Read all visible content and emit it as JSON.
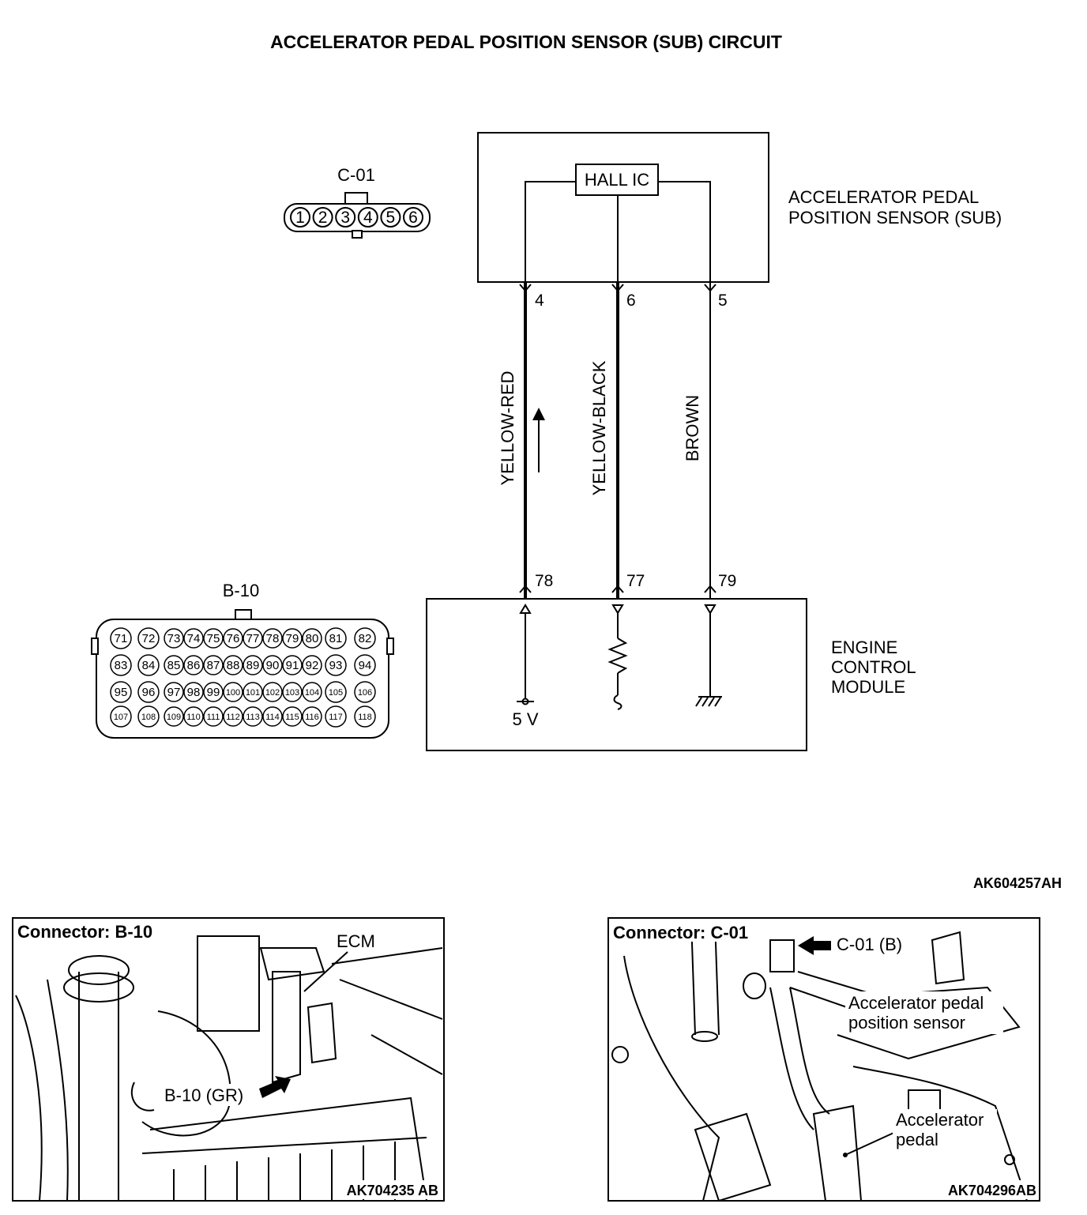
{
  "diagram": {
    "title": "ACCELERATOR PEDAL POSITION SENSOR (SUB) CIRCUIT",
    "sensor": {
      "label_line1": "ACCELERATOR PEDAL",
      "label_line2": "POSITION SENSOR (SUB)",
      "ic_label": "HALL IC"
    },
    "ecm": {
      "label_line1": "ENGINE",
      "label_line2": "CONTROL",
      "label_line3": "MODULE",
      "supply_label": "5 V"
    },
    "wires": [
      {
        "sensor_pin": "4",
        "ecm_pin": "78",
        "color": "YELLOW-RED"
      },
      {
        "sensor_pin": "6",
        "ecm_pin": "77",
        "color": "YELLOW-BLACK"
      },
      {
        "sensor_pin": "5",
        "ecm_pin": "79",
        "color": "BROWN"
      }
    ],
    "connector_c01": {
      "name": "C-01",
      "pins": [
        "1",
        "2",
        "3",
        "4",
        "5",
        "6"
      ]
    },
    "connector_b10": {
      "name": "B-10",
      "rows": [
        [
          "71",
          "72",
          "73",
          "74",
          "75",
          "76",
          "77",
          "78",
          "79",
          "80",
          "81",
          "82"
        ],
        [
          "83",
          "84",
          "85",
          "86",
          "87",
          "88",
          "89",
          "90",
          "91",
          "92",
          "93",
          "94"
        ],
        [
          "95",
          "96",
          "97",
          "98",
          "99",
          "100",
          "101",
          "102",
          "103",
          "104",
          "105",
          "106"
        ],
        [
          "107",
          "108",
          "109",
          "110",
          "111",
          "112",
          "113",
          "114",
          "115",
          "116",
          "117",
          "118"
        ]
      ]
    },
    "figure_code": "AK604257AH"
  },
  "photo_left": {
    "title": "Connector: B-10",
    "callout_ecm": "ECM",
    "callout_connector": "B-10 (GR)",
    "code": "AK704235 AB"
  },
  "photo_right": {
    "title": "Connector: C-01",
    "callout_connector": "C-01 (B)",
    "callout_sensor_line1": "Accelerator pedal",
    "callout_sensor_line2": "position sensor",
    "callout_pedal_line1": "Accelerator",
    "callout_pedal_line2": "pedal",
    "code": "AK704296AB"
  }
}
